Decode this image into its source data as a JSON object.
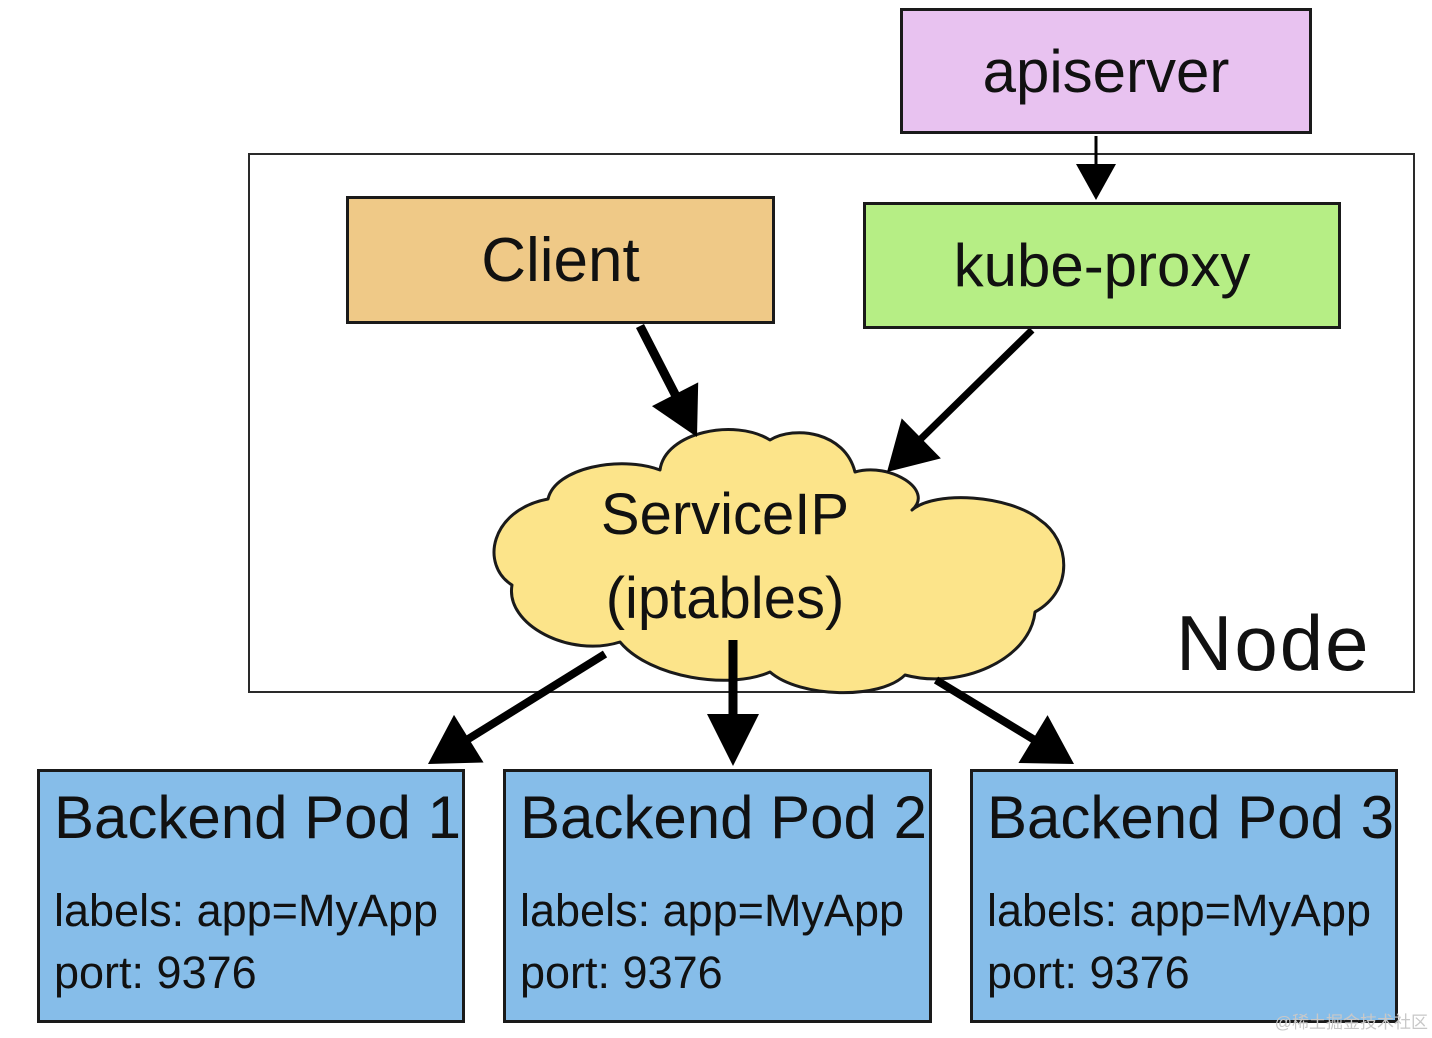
{
  "apiserver": {
    "label": "apiserver",
    "color": "#e8c2f0"
  },
  "node": {
    "label": "Node"
  },
  "client": {
    "label": "Client",
    "color": "#efc987"
  },
  "kube_proxy": {
    "label": "kube-proxy",
    "color": "#b6ee85"
  },
  "service_ip": {
    "line1": "ServiceIP",
    "line2": "(iptables)",
    "color": "#fce48a"
  },
  "pods": [
    {
      "title": "Backend Pod 1",
      "labels": "labels: app=MyApp",
      "port": "port: 9376"
    },
    {
      "title": "Backend Pod 2",
      "labels": "labels: app=MyApp",
      "port": "port: 9376"
    },
    {
      "title": "Backend Pod 3",
      "labels": "labels: app=MyApp",
      "port": "port: 9376"
    }
  ],
  "pod_color": "#86bde9",
  "watermark": "@稀土掘金技术社区",
  "edges": [
    {
      "from": "apiserver",
      "to": "kube-proxy"
    },
    {
      "from": "Client",
      "to": "ServiceIP"
    },
    {
      "from": "kube-proxy",
      "to": "ServiceIP"
    },
    {
      "from": "ServiceIP",
      "to": "Backend Pod 1"
    },
    {
      "from": "ServiceIP",
      "to": "Backend Pod 2"
    },
    {
      "from": "ServiceIP",
      "to": "Backend Pod 3"
    }
  ]
}
